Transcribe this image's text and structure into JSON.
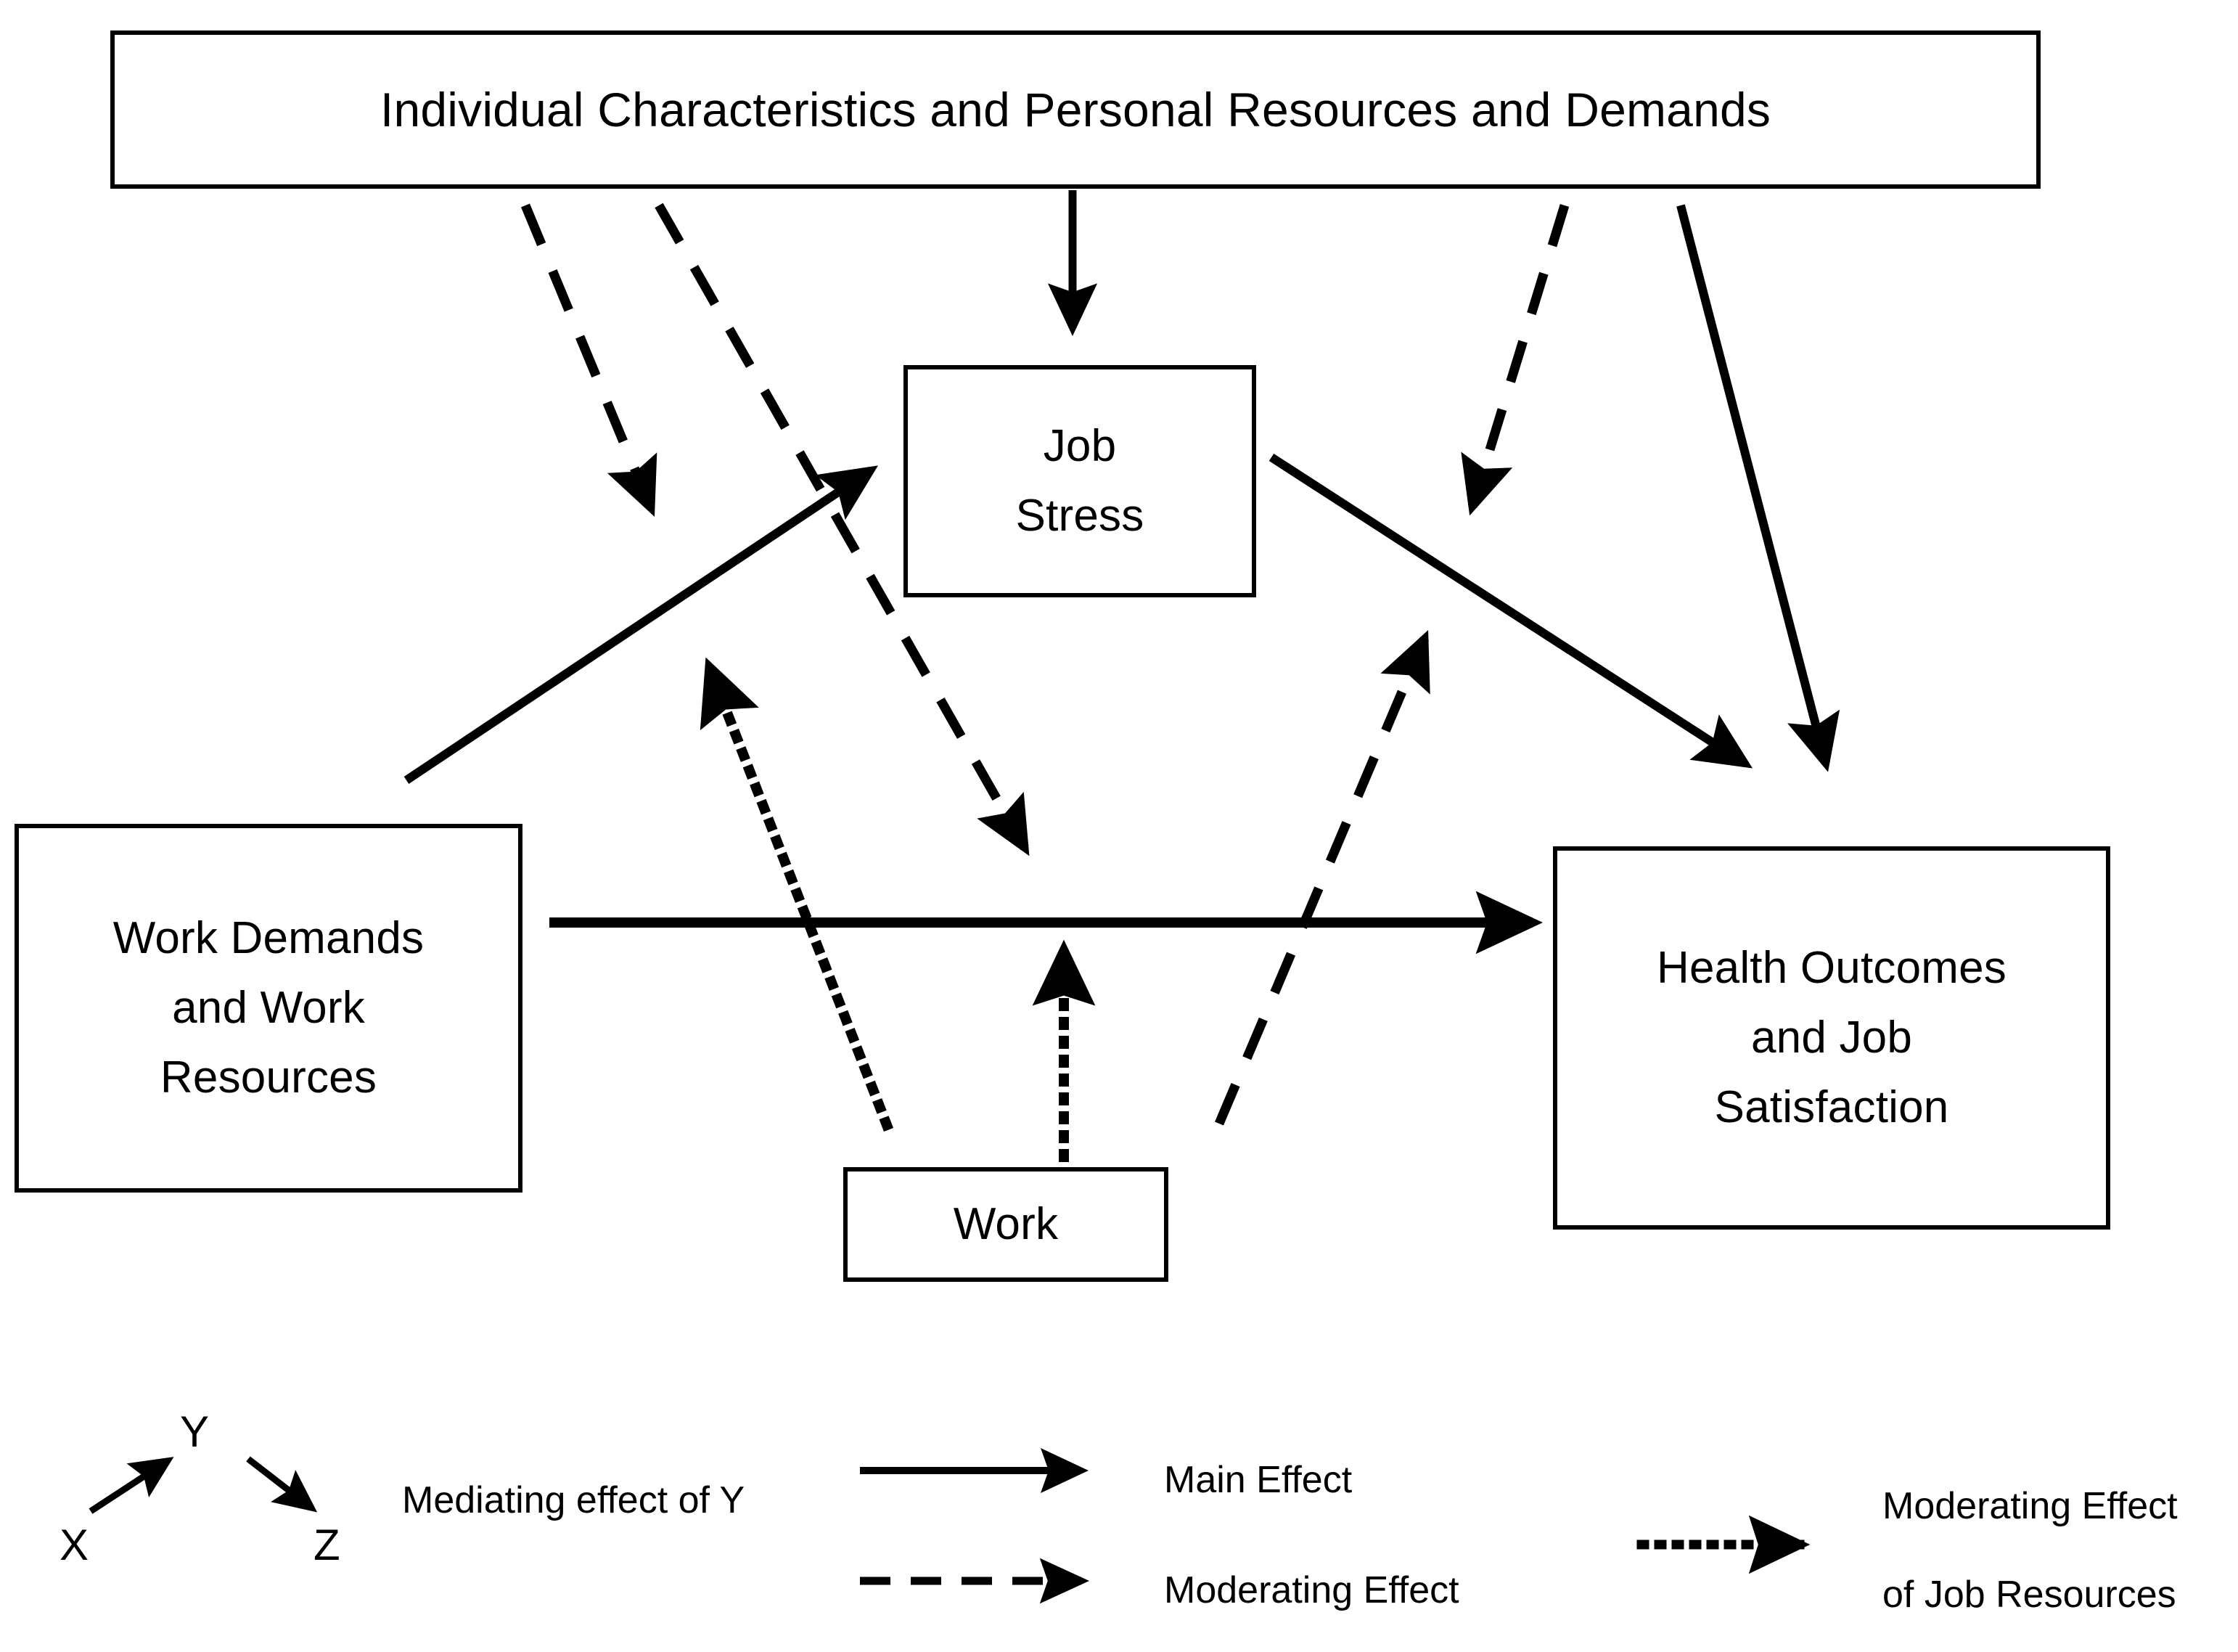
{
  "diagram": {
    "title_box": {
      "label": "Individual Characteristics and Personal Resources and Demands"
    },
    "nodes": [
      {
        "id": "job-stress",
        "lines": [
          "Job",
          "Stress"
        ]
      },
      {
        "id": "work-demands",
        "lines": [
          "Work Demands",
          "and Work",
          "Resources"
        ]
      },
      {
        "id": "health",
        "lines": [
          "Health Outcomes",
          "and Job",
          "Satisfaction"
        ]
      },
      {
        "id": "work",
        "lines": [
          "Work"
        ]
      }
    ]
  },
  "legend": {
    "mediating": {
      "x_label": "X",
      "y_label": "Y",
      "z_label": "Z",
      "caption": "Mediating effect of Y"
    },
    "main_effect": {
      "caption": "Main Effect"
    },
    "moderating_effect": {
      "caption": "Moderating Effect"
    },
    "moderating_job_resources": {
      "caption_line1": "Moderating Effect",
      "caption_line2": "of   Job Resources"
    }
  },
  "style": {
    "stroke": "#000000",
    "background": "#ffffff"
  }
}
